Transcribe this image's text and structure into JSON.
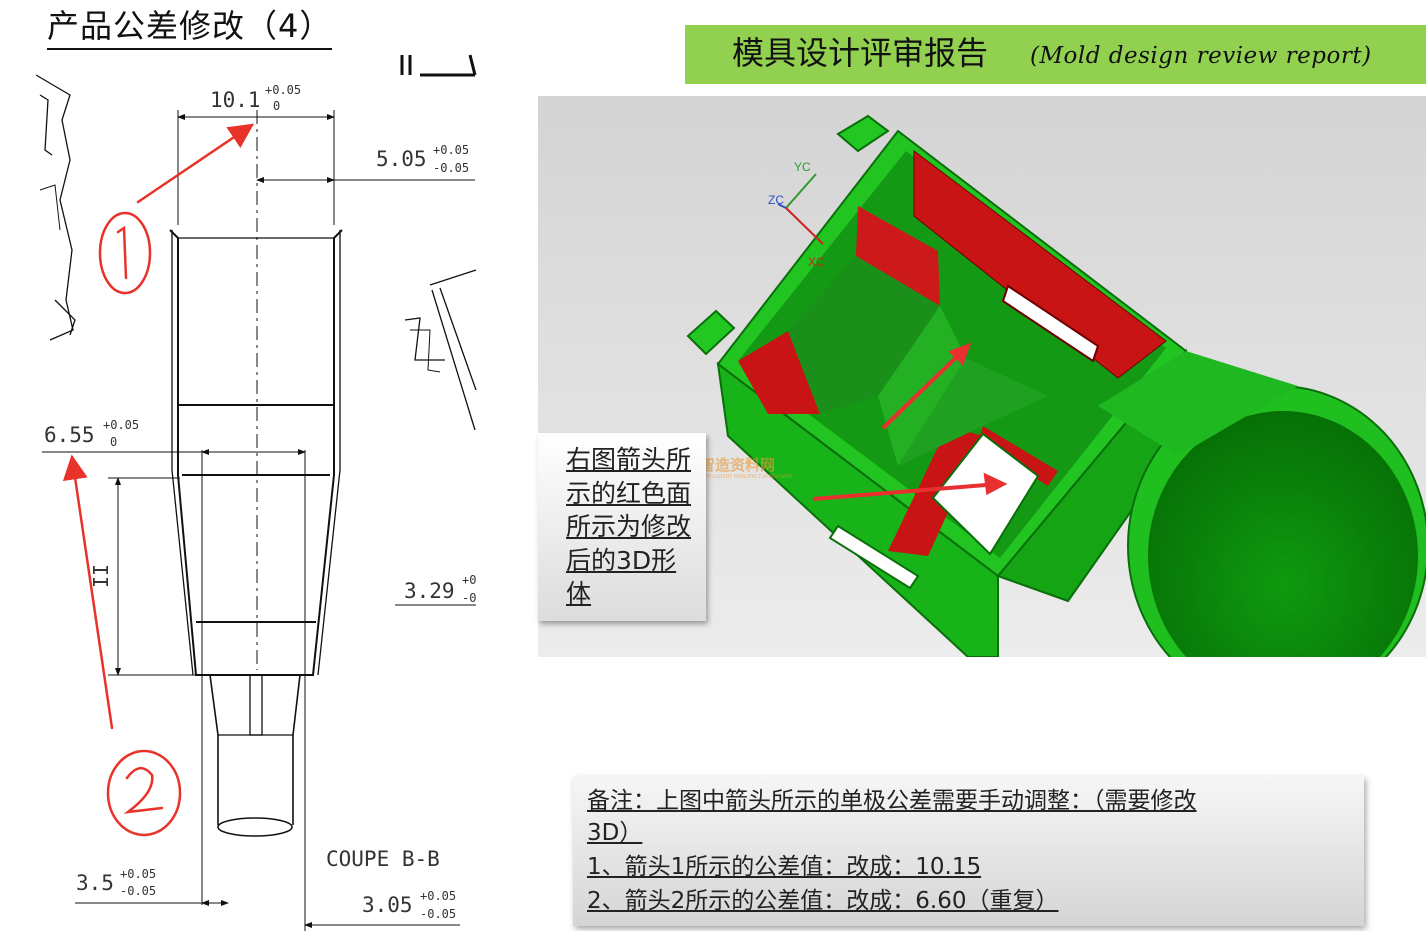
{
  "page": {
    "title": "产品公差修改（4）"
  },
  "header": {
    "title_cn": "模具设计评审报告",
    "title_en": "(Mold design review report)",
    "bg_color": "#92d050"
  },
  "drawing": {
    "dim_top": "10.1",
    "dim_top_tol_upper": "+0.05",
    "dim_top_tol_lower": "0",
    "dim_right_upper": "5.05",
    "dim_right_upper_tol_upper": "+0.05",
    "dim_right_upper_tol_lower": "-0.05",
    "dim_left": "6.55",
    "dim_left_tol_upper": "+0.05",
    "dim_left_tol_lower": "0",
    "dim_right_mid": "3.29",
    "dim_right_mid_tol_upper": "+0",
    "dim_right_mid_tol_lower": "-0",
    "dim_bottom_left": "3.5",
    "dim_bottom_left_tol_upper": "+0.05",
    "dim_bottom_left_tol_lower": "-0.05",
    "dim_bottom_right": "3.05",
    "dim_bottom_right_tol_upper": "+0.05",
    "dim_bottom_right_tol_lower": "-0.05",
    "section_label": "COUPE B-B",
    "vertical_dim_mark": "II",
    "arrow_color": "#e8322a"
  },
  "model": {
    "axis_yc": "YC",
    "axis_zc": "ZC",
    "axis_xc": "XC",
    "green": "#19c019",
    "red": "#c81414"
  },
  "callout": {
    "text": "右图箭头所示的红色面所示为修改后的3D形体"
  },
  "watermark": {
    "text_cn": "智造资料网",
    "text_en": "INTELLIGENT MANUFACTURING DATA"
  },
  "notes": {
    "line1": "备注：上图中箭头所示的单极公差需要手动调整：（需要修改",
    "line2": "3D）",
    "line3": "1、箭头1所示的公差值：改成：10.15",
    "line4": "2、箭头2所示的公差值：改成：6.60（重复）"
  }
}
